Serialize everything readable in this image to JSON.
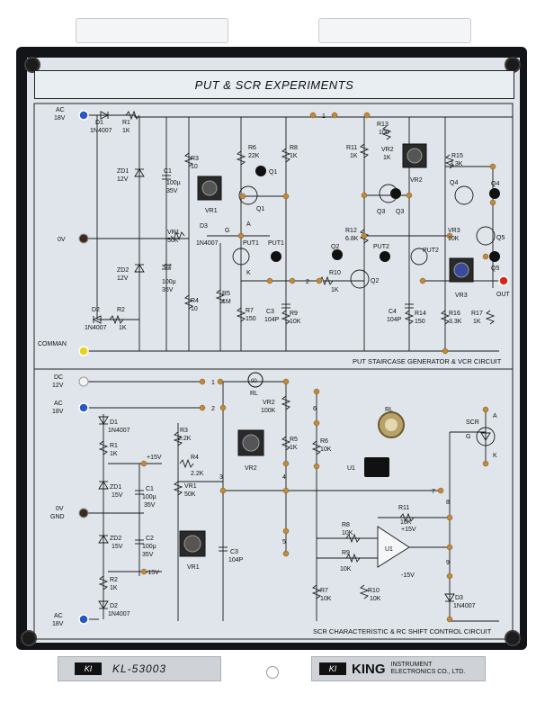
{
  "board": {
    "title": "PUT & SCR EXPERIMENTS",
    "model": "KL-53003",
    "brand": "KING",
    "brand_line1": "INSTRUMENT",
    "brand_line2": "ELECTRONICS CO., LTD.",
    "logo": "KI"
  },
  "top_circuit": {
    "caption": "PUT STAIRCASE GENERATOR & VCR CIRCUIT",
    "terminals": {
      "ac18v": [
        "AC",
        "18V"
      ],
      "zero_v": "0V",
      "comman": "COMMAN",
      "out": "OUT"
    },
    "labels": {
      "d1": [
        "D1",
        "1N4007"
      ],
      "r1": [
        "R1",
        "1K"
      ],
      "zd1": [
        "ZD1",
        "12V"
      ],
      "zd2": [
        "ZD2",
        "12V"
      ],
      "d2": [
        "D2",
        "1N4007"
      ],
      "r2": [
        "R2",
        "1K"
      ],
      "c1": [
        "C1",
        "100µ",
        "35V"
      ],
      "c2": [
        "C2",
        "100µ",
        "35V"
      ],
      "r3": [
        "R3",
        "10"
      ],
      "r4": [
        "R4",
        "10"
      ],
      "vr1": [
        "VR1",
        "50K"
      ],
      "vr1_knob": "VR1",
      "d3": [
        "D3",
        "1N4007"
      ],
      "r5": [
        "R5",
        "1M"
      ],
      "r6": [
        "R6",
        "22K"
      ],
      "q1": "Q1",
      "q1_pin": "Q1",
      "put1": "PUT1",
      "put1_pin": "PUT1",
      "r7": [
        "R7",
        "150"
      ],
      "c3": [
        "C3",
        "104P"
      ],
      "r8": [
        "R8",
        "1K"
      ],
      "r9": [
        "R9",
        "10K"
      ],
      "pin_a": "A",
      "pin_g": "G",
      "pin_k": "K",
      "node1": "1",
      "node2": "2",
      "r10": [
        "R10",
        "1K"
      ],
      "q2": "Q2",
      "q2_pin": "Q2",
      "r11": [
        "R11",
        "1K"
      ],
      "r12": [
        "R12",
        "6.8K"
      ],
      "r13": [
        "R13",
        "100"
      ],
      "vr2": [
        "VR2",
        "1K"
      ],
      "vr2_knob": "VR2",
      "q3": "Q3",
      "q3_pin": "Q3",
      "put2": "PUT2",
      "put2_pin": "PUT2",
      "c4": [
        "C4",
        "104P"
      ],
      "r14": [
        "R14",
        "150"
      ],
      "r15": [
        "R15",
        "3.3K"
      ],
      "q4": "Q4",
      "q4_pin": "Q4",
      "vr3": [
        "VR3",
        "10K"
      ],
      "vr3_knob": "VR3",
      "r16": [
        "R16",
        "3.3K"
      ],
      "r17": [
        "R17",
        "1K"
      ],
      "q5": "Q5",
      "q5_pin": "Q5"
    }
  },
  "bottom_circuit": {
    "caption": "SCR CHARACTERISTIC & RC SHIFT CONTROL CIRCUIT",
    "terminals": {
      "dc12v": [
        "DC",
        "12V"
      ],
      "ac18v_top": [
        "AC",
        "18V"
      ],
      "zero_v_gnd": [
        "0V",
        "GND"
      ],
      "ac18v_bottom": [
        "AC",
        "18V"
      ]
    },
    "labels": {
      "d1": [
        "D1",
        "1N4007"
      ],
      "r1": [
        "R1",
        "1K"
      ],
      "zd1": [
        "ZD1",
        "15V"
      ],
      "zd2": [
        "ZD2",
        "15V"
      ],
      "c1": [
        "C1",
        "100µ",
        "35V"
      ],
      "c2": [
        "C2",
        "100µ",
        "35V"
      ],
      "r2": [
        "R2",
        "1K"
      ],
      "d2": [
        "D2",
        "1N4007"
      ],
      "plus15": "+15V",
      "minus15": "-15V",
      "r3": [
        "R3",
        "2.2K"
      ],
      "r4": [
        "R4",
        "2.2K"
      ],
      "vr1": [
        "VR1",
        "50K"
      ],
      "vr1_knob": "VR1",
      "c3": [
        "C3",
        "104P"
      ],
      "vr2_knob": "VR2",
      "rl": "RL",
      "rl_lamp": "RL",
      "vr2": [
        "VR2",
        "100K"
      ],
      "r5": [
        "R5",
        "1K"
      ],
      "r6": [
        "R6",
        "10K"
      ],
      "r7": [
        "R7",
        "10K"
      ],
      "r8": [
        "R8",
        "10K"
      ],
      "r9": [
        "R9",
        "10K"
      ],
      "r10": [
        "R10",
        "10K"
      ],
      "r11": [
        "R11",
        "10K"
      ],
      "u1_chip": "U1",
      "u1_amp": "U1",
      "amp_plus15": "+15V",
      "amp_minus15": "-15V",
      "scr": "SCR",
      "pin_a": "A",
      "pin_g": "G",
      "pin_k": "K",
      "d3": [
        "D3",
        "1N4007"
      ],
      "n1": "1",
      "n2": "2",
      "n3": "3",
      "n4": "4",
      "n5": "5",
      "n6": "6",
      "n7": "7",
      "n8": "8",
      "n9": "9",
      "lamp_text": "00"
    }
  },
  "colors": {
    "board": "#dfe5ea",
    "frame": "#121418",
    "trace": "#1a1a1a",
    "pad": "#c08a3c",
    "terminal_blue": "#2a55c8",
    "terminal_yellow": "#e7d21a",
    "terminal_red": "#d6271b",
    "terminal_black": "#3a2a20"
  }
}
